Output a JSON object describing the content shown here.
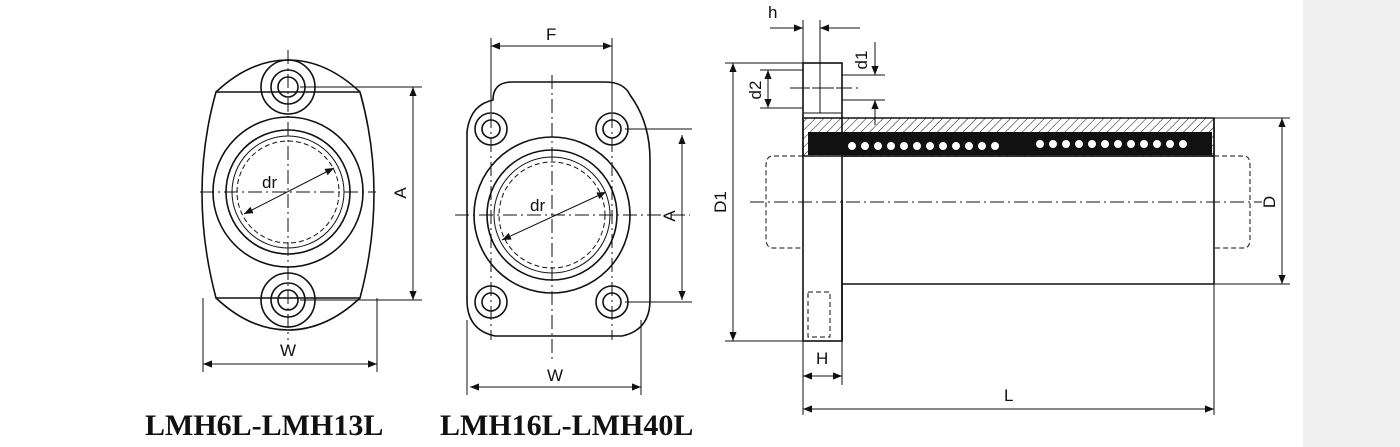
{
  "captions": {
    "left": "LMH6L-LMH13L",
    "middle": "LMH16L-LMH40L"
  },
  "labels": {
    "dr": "dr",
    "A": "A",
    "W": "W",
    "F": "F",
    "h": "h",
    "d1": "d1",
    "d2": "d2",
    "D1": "D1",
    "D": "D",
    "H": "H",
    "L": "L"
  }
}
